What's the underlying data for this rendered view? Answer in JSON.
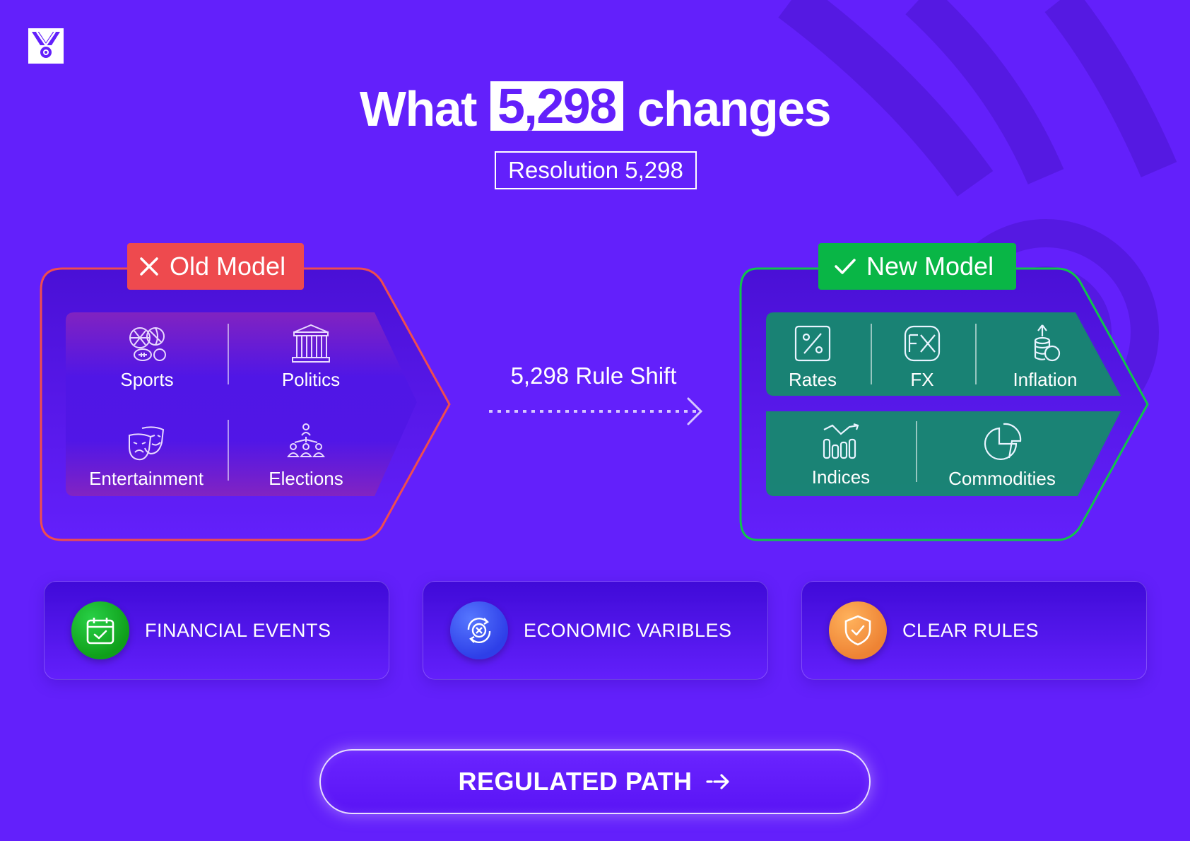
{
  "headline": {
    "before": "What",
    "highlight": "5,298",
    "after": "changes"
  },
  "resolution_label": "Resolution 5,298",
  "colors": {
    "background": "#6320fb",
    "old_accent": "#ee4a4e",
    "new_accent": "#09b646"
  },
  "old_model": {
    "tag": "Old Model",
    "tag_icon": "close-icon",
    "items": [
      {
        "label": "Sports",
        "icon": "sports-balls-icon"
      },
      {
        "label": "Politics",
        "icon": "government-building-icon"
      },
      {
        "label": "Entertainment",
        "icon": "theater-masks-icon"
      },
      {
        "label": "Elections",
        "icon": "people-network-icon"
      }
    ]
  },
  "shift": {
    "label": "5,298 Rule Shift",
    "icon": "dotted-arrow-right-icon"
  },
  "new_model": {
    "tag": "New Model",
    "tag_icon": "check-icon",
    "items": [
      {
        "label": "Rates",
        "icon": "percent-icon"
      },
      {
        "label": "FX",
        "icon": "fx-icon"
      },
      {
        "label": "Inflation",
        "icon": "coins-rising-icon"
      },
      {
        "label": "Indices",
        "icon": "bar-chart-icon"
      },
      {
        "label": "Commodities",
        "icon": "pie-chart-icon"
      }
    ]
  },
  "features": [
    {
      "label": "FINANCIAL EVENTS",
      "icon": "calendar-check-icon",
      "color": "#10b020"
    },
    {
      "label": "ECONOMIC VARIBLES",
      "icon": "exchange-icon",
      "color": "#3a58f8"
    },
    {
      "label": "CLEAR RULES",
      "icon": "shield-check-icon",
      "color": "#f49440"
    }
  ],
  "cta": {
    "label": "REGULATED PATH",
    "icon": "arrow-right-icon"
  }
}
